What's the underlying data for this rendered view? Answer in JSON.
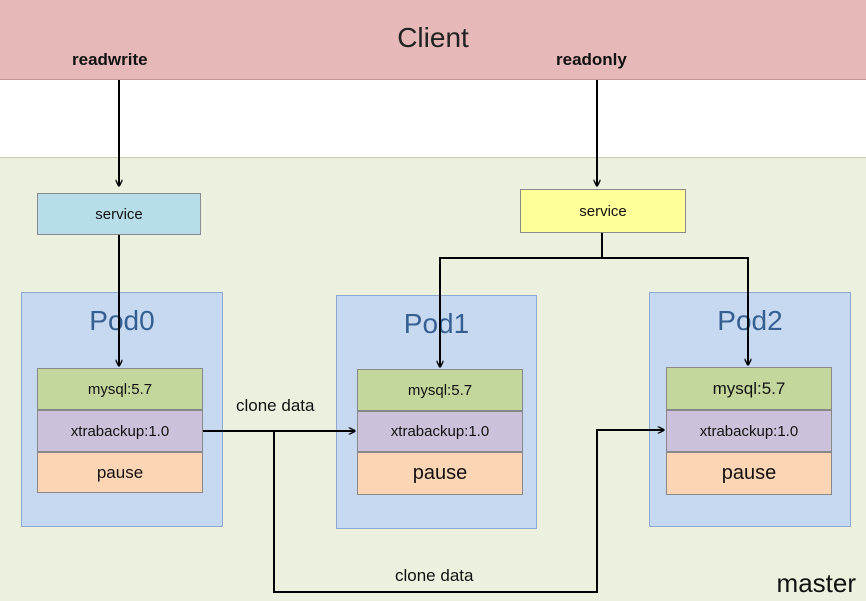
{
  "client": {
    "title": "Client",
    "readwrite_label": "readwrite",
    "readonly_label": "readonly"
  },
  "master": {
    "label": "master"
  },
  "services": {
    "rw_label": "service",
    "ro_label": "service"
  },
  "pods": [
    {
      "title": "Pod0",
      "containers": [
        "mysql:5.7",
        "xtrabackup:1.0",
        "pause"
      ]
    },
    {
      "title": "Pod1",
      "containers": [
        "mysql:5.7",
        "xtrabackup:1.0",
        "pause"
      ]
    },
    {
      "title": "Pod2",
      "containers": [
        "mysql:5.7",
        "xtrabackup:1.0",
        "pause"
      ]
    }
  ],
  "flows": {
    "clone_top": "clone data",
    "clone_bottom": "clone data"
  },
  "colors": {
    "client_bar": "#e6b8b8",
    "master_area": "#ebf1de",
    "service_rw": "#b7dde8",
    "service_ro": "#ffff99",
    "pod_bg": "#c6d9f1",
    "pod_title": "#365f91",
    "mysql": "#c3d69b",
    "xtrabackup": "#ccc1da",
    "pause": "#fcd5b5"
  }
}
